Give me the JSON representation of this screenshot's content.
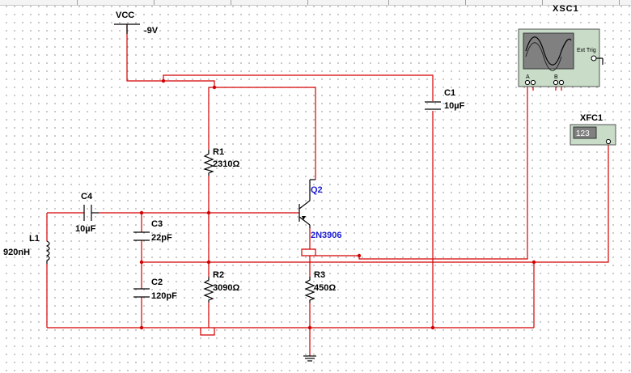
{
  "components": {
    "vcc": {
      "name": "VCC",
      "value": "-9V"
    },
    "r1": {
      "name": "R1",
      "value": "2310Ω"
    },
    "r2": {
      "name": "R2",
      "value": "3090Ω"
    },
    "r3": {
      "name": "R3",
      "value": "450Ω"
    },
    "c1": {
      "name": "C1",
      "value": "10µF"
    },
    "c2": {
      "name": "C2",
      "value": "120pF"
    },
    "c3": {
      "name": "C3",
      "value": "22pF"
    },
    "c4": {
      "name": "C4",
      "value": "10µF"
    },
    "l1": {
      "name": "L1",
      "value": "920nH"
    },
    "q2": {
      "name": "Q2",
      "model": "2N3906"
    }
  },
  "instruments": {
    "xsc1": {
      "name": "XSC1",
      "ext_trig_label": "Ext Trig",
      "channel_a": "A",
      "channel_b": "B"
    },
    "xfc1": {
      "name": "XFC1",
      "display": "123"
    }
  },
  "colors": {
    "wire": "#d40000",
    "label_blue": "#1c1cd6",
    "instrument_green": "#c8dcc8",
    "instrument_screen": "#808080"
  }
}
